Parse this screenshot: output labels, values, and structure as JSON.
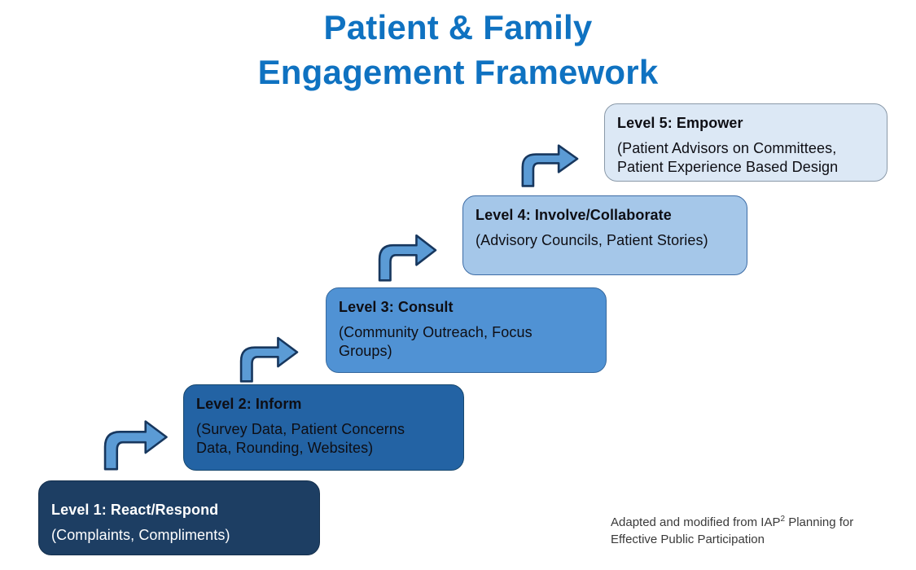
{
  "title": {
    "line1": "Patient & Family",
    "line2": "Engagement Framework"
  },
  "levels": [
    {
      "heading": "Level 1: React/Respond",
      "detail": "(Complaints, Compliments)",
      "fill": "#1D3E63",
      "border": "#15304D",
      "text_color": "#FFFFFF"
    },
    {
      "heading": "Level 2: Inform",
      "detail": "(Survey Data, Patient Concerns Data, Rounding, Websites)",
      "fill": "#2363A4",
      "border": "#17486F",
      "text_color": "#0E0E14"
    },
    {
      "heading": "Level 3: Consult",
      "detail": "(Community Outreach, Focus Groups)",
      "fill": "#5092D4",
      "border": "#36699E",
      "text_color": "#0E0E14"
    },
    {
      "heading": "Level 4: Involve/Collaborate",
      "detail": "(Advisory Councils, Patient Stories)",
      "fill": "#A5C7E9",
      "border": "#3D6CA5",
      "text_color": "#0E0E14"
    },
    {
      "heading": "Level 5: Empower",
      "detail": "(Patient Advisors on Committees, Patient Experience Based Design",
      "fill": "#DCE8F5",
      "border": "#8A99A8",
      "text_color": "#0E0E14"
    }
  ],
  "footnote": {
    "prefix": "Adapted and modified from IAP",
    "sup": "2",
    "suffix": " Planning for Effective Public Participation"
  },
  "colors": {
    "background": "#FFFFFF",
    "title_text": "#0F72C1",
    "arrow_fill": "#5B9BD5",
    "arrow_stroke": "#17375E",
    "footnote_text": "#3A3A3A"
  }
}
